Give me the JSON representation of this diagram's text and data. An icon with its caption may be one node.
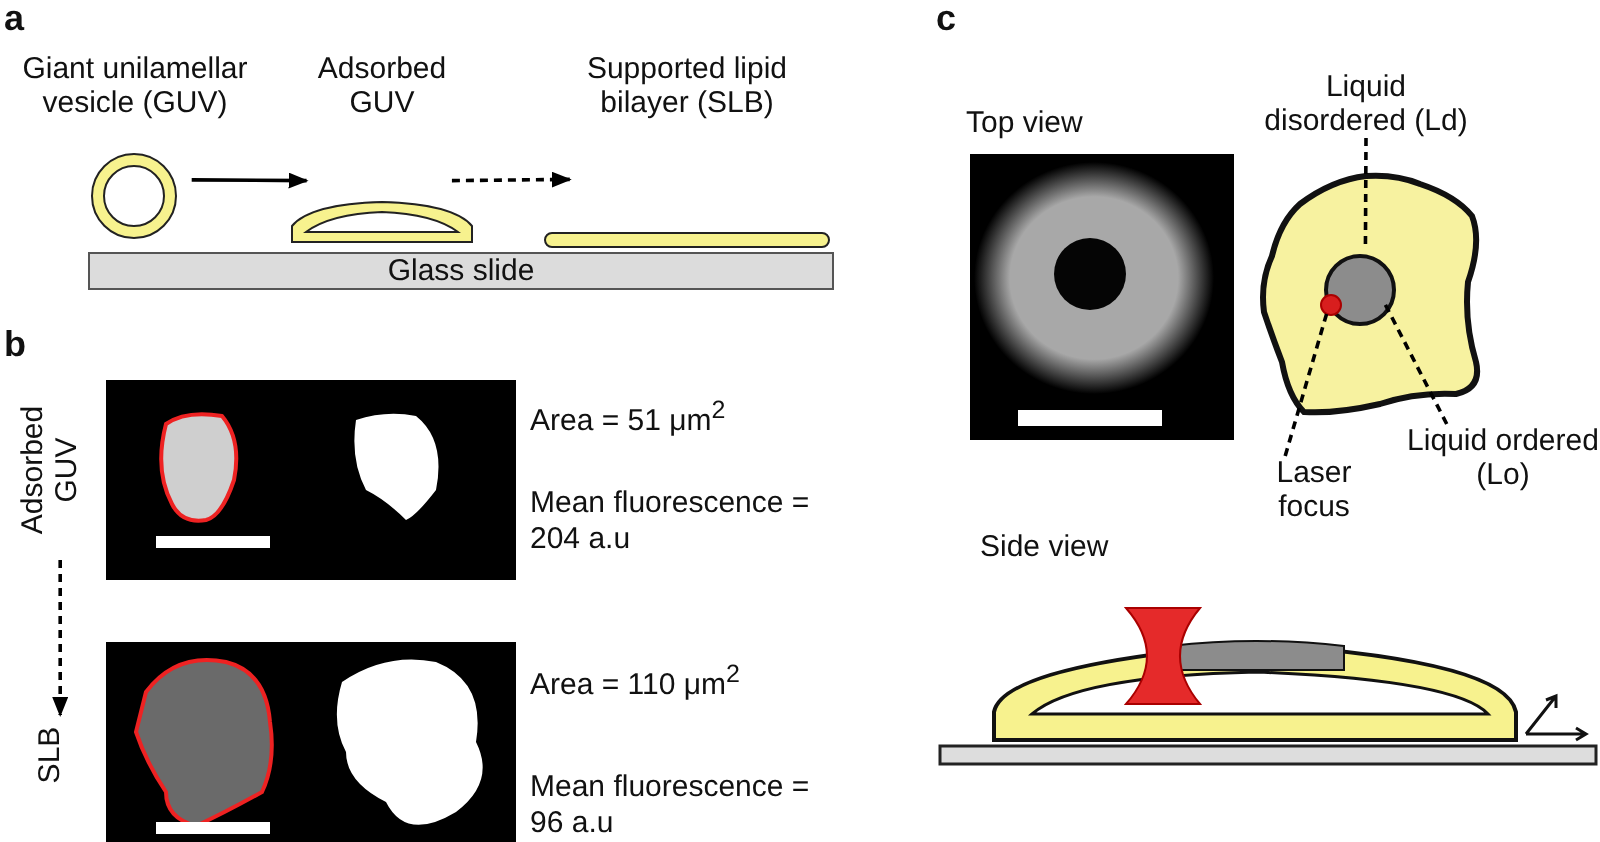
{
  "diagram": {
    "nodes": [
      {
        "text": [
          "Giant unilamellar vesicle (GUV)"
        ]
      },
      {
        "text": [
          "Adsorbed GUV"
        ]
      },
      {
        "text": [
          "Supported lipid bilayer (SLB)"
        ]
      },
      {
        "text": [
          "Glass slide"
        ]
      },
      {
        "text": [
          "Adsorbed GUV"
        ]
      },
      {
        "text": [
          "SLB"
        ]
      },
      {
        "text": [
          "Liquid disordered (Ld)"
        ]
      },
      {
        "text": [],
        "shape": "blob"
      },
      {
        "text": [],
        "shape": "circle",
        "in": 7
      },
      {
        "text": [],
        "shape": "circle",
        "in": 7
      },
      {
        "text": [
          "Laser focus"
        ]
      },
      {
        "text": [
          "Liquid ordered (Lo)"
        ]
      }
    ],
    "edges": [
      {
        "from": 0,
        "to": 1,
        "arrow": "to"
      },
      {
        "from": 1,
        "to": 2,
        "arrow": "to",
        "style": "dashed"
      },
      {
        "from": 4,
        "to": 5,
        "arrow": "to",
        "style": "dashed"
      },
      {
        "from": 6,
        "to": 7,
        "arrow": "none",
        "style": "dashed"
      },
      {
        "from": 10,
        "to": 9,
        "arrow": "none",
        "style": "dashed"
      },
      {
        "from": 11,
        "to": 8,
        "arrow": "none",
        "style": "dashed"
      }
    ],
    "labels": [
      "a",
      "b",
      "c",
      "Area = 51 μm$^{2}$",
      "Mean fluorescence = 204 a.u",
      "Area = 110 μm$^{2}$",
      "Mean fluorescence = 96 a.u",
      "Top view",
      "Side view"
    ]
  }
}
